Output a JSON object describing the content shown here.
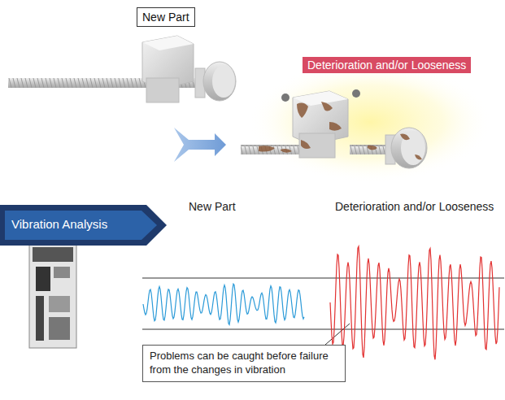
{
  "diagram": {
    "nodes": [
      {
        "text": [
          "New Part"
        ]
      },
      {
        "text": [
          "Deterioration and/or Looseness"
        ]
      },
      {
        "text": [
          "Vibration Analysis"
        ]
      },
      {
        "text": [
          "Problems can be caught before failure from the changes in vibration"
        ]
      }
    ],
    "labels": [
      "New Part",
      "Deterioration and/or Looseness"
    ]
  }
}
